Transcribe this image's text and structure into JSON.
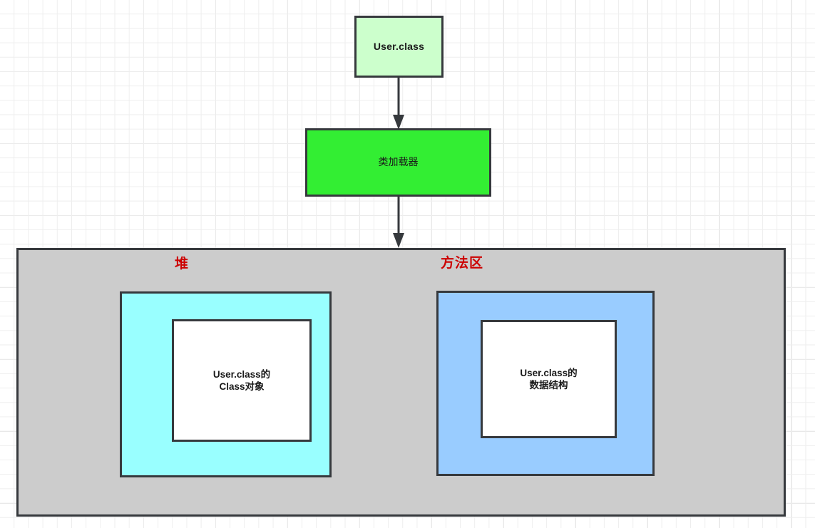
{
  "diagram": {
    "title": "JVM class loading diagram",
    "colors": {
      "shape_stroke": "#36393d",
      "class_file_fill": "#ccffcc",
      "classloader_fill": "#33ee33",
      "runtime_area_fill": "#cccccc",
      "heap_fill": "#99ffff",
      "method_area_fill": "#99ccff",
      "inner_fill": "#ffffff",
      "caption_red": "#cc0000",
      "grid_minor": "#eeeeee",
      "grid_major": "#e0e0e0"
    },
    "nodes": {
      "class_file": {
        "label": "User.class"
      },
      "classloader": {
        "label": "类加载器"
      },
      "runtime_data_area": {
        "label": ""
      },
      "heap": {
        "caption": "堆",
        "inner": {
          "label": "User.class的\nClass对象"
        }
      },
      "method_area": {
        "caption": "方法区",
        "inner": {
          "label": "User.class的\n数据结构"
        }
      }
    },
    "edges": [
      {
        "from": "class_file",
        "to": "classloader",
        "label": "",
        "arrowhead": "filled-triangle"
      },
      {
        "from": "classloader",
        "to": "runtime_data_area",
        "label": "",
        "arrowhead": "filled-triangle"
      }
    ]
  }
}
